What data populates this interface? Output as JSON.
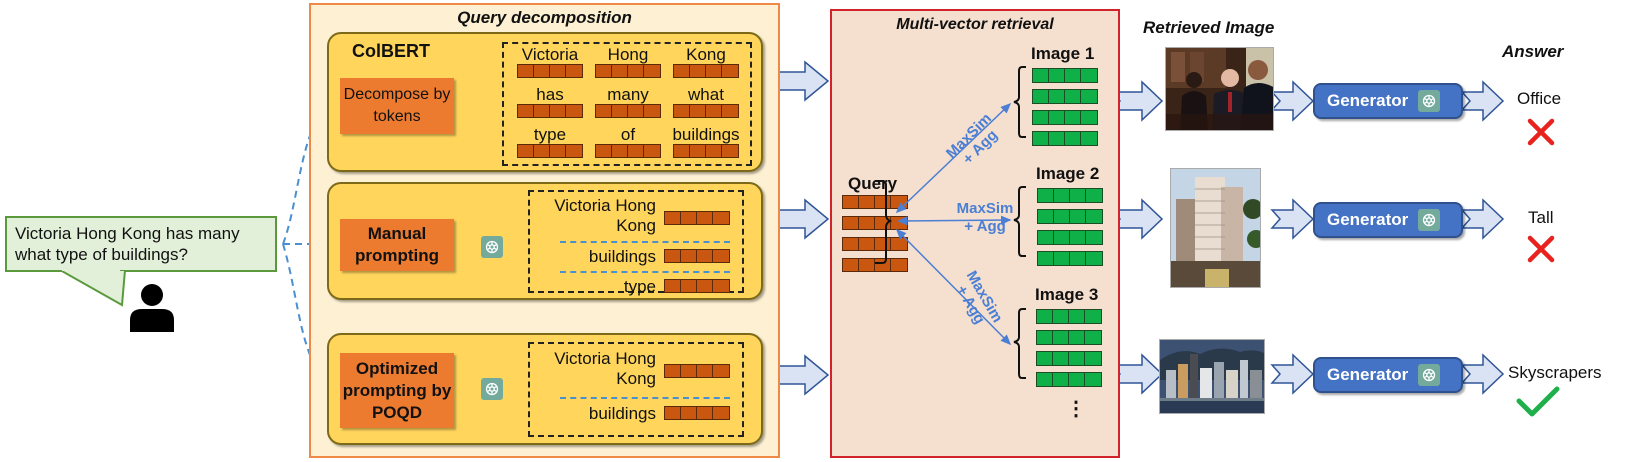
{
  "user": {
    "question": "Victoria Hong Kong has many what type of buildings?"
  },
  "query_decomposition": {
    "title": "Query decomposition",
    "colbert": {
      "title": "ColBERT",
      "method": "Decompose by tokens",
      "tokens": [
        "Victoria",
        "Hong",
        "Kong",
        "has",
        "many",
        "what",
        "type",
        "of",
        "buildings"
      ]
    },
    "manual": {
      "method": "Manual prompting",
      "segments": [
        "Victoria Hong Kong",
        "buildings",
        "type"
      ]
    },
    "optimized": {
      "method": "Optimized prompting by POQD",
      "segments": [
        "Victoria Hong Kong",
        "buildings"
      ]
    }
  },
  "multi_vector_retrieval": {
    "title": "Multi-vector retrieval",
    "query_label": "Query",
    "op_line1": "MaxSim",
    "op_line2": "+ Agg",
    "images": [
      "Image 1",
      "Image 2",
      "Image 3"
    ],
    "ellipsis": "⋮"
  },
  "retrieved": {
    "title": "Retrieved Image",
    "items": [
      {
        "desc": "meeting-photo"
      },
      {
        "desc": "tall-building-photo"
      },
      {
        "desc": "skyline-photo"
      }
    ]
  },
  "generator": {
    "label": "Generator"
  },
  "answers": {
    "title": "Answer",
    "items": [
      {
        "text": "Office",
        "correct": false
      },
      {
        "text": "Tall",
        "correct": false
      },
      {
        "text": "Skyscrapers",
        "correct": true
      }
    ]
  },
  "colors": {
    "token_vector": "#c9570f",
    "image_vector": "#10b049",
    "generator": "#4472c4",
    "wrong": "#e8231e",
    "correct": "#1fb04b"
  }
}
